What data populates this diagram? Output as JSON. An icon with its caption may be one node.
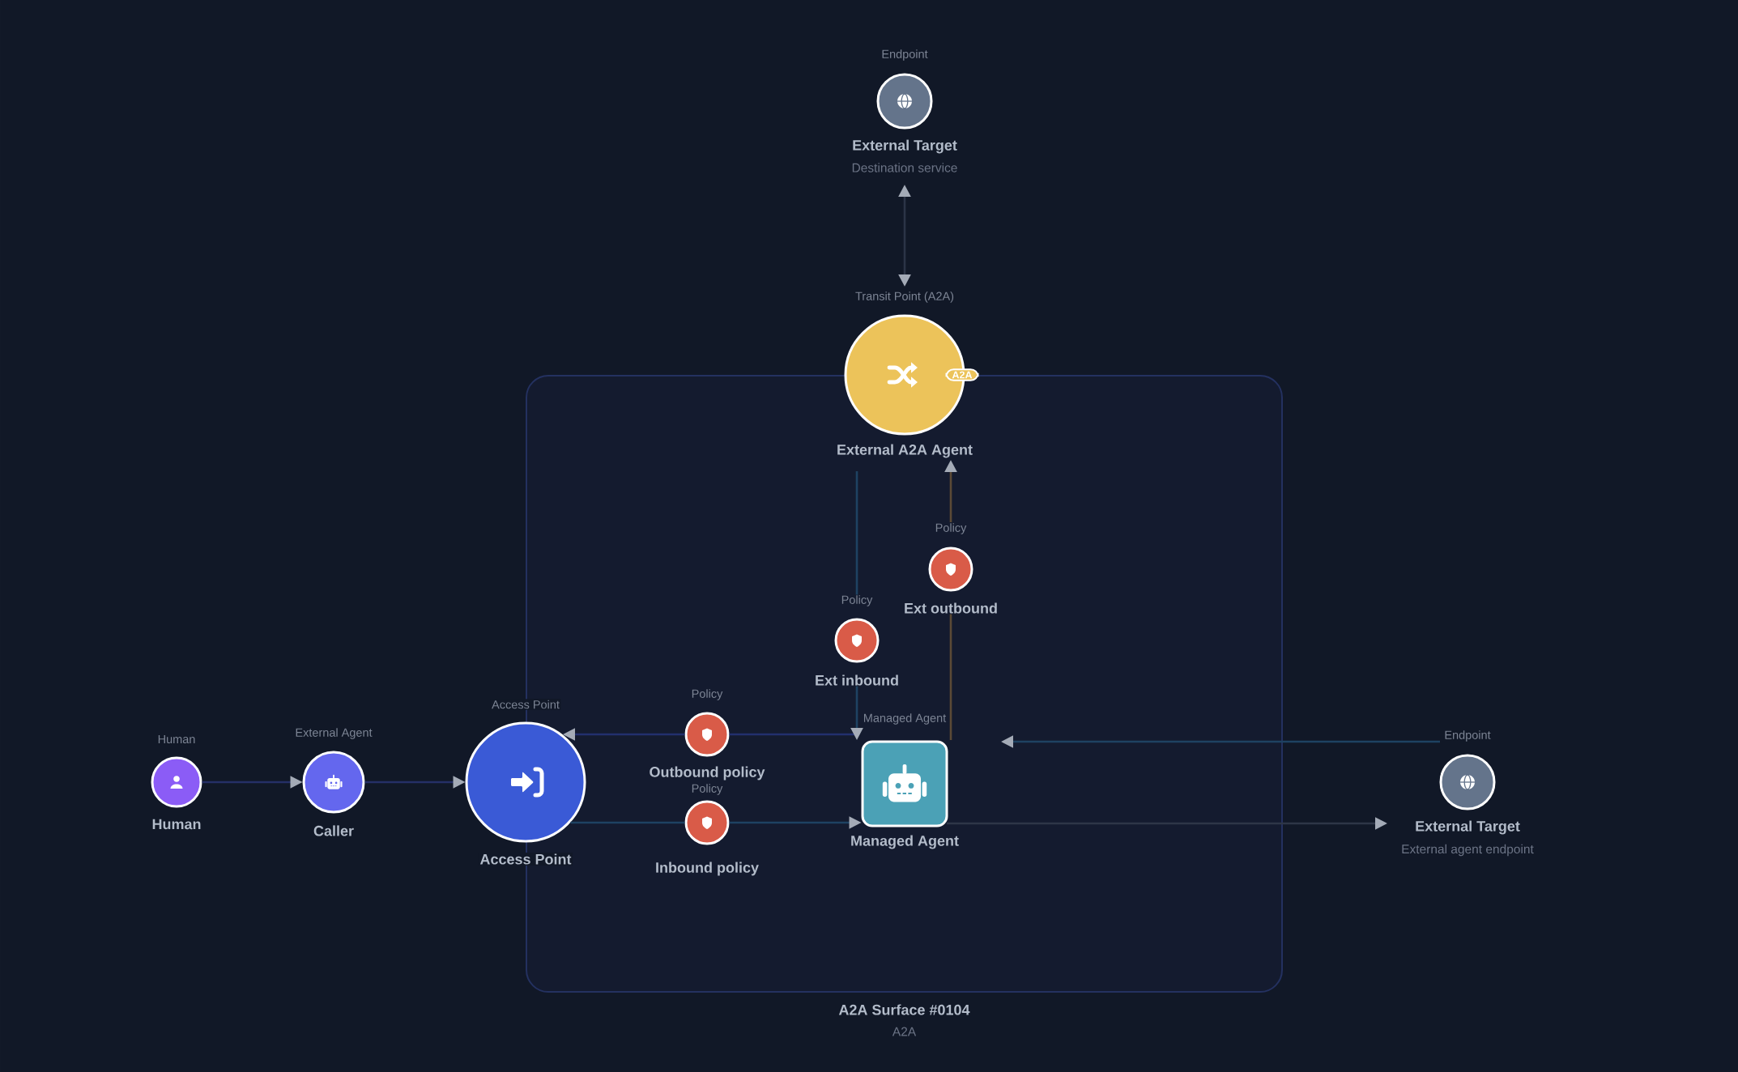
{
  "diagram": {
    "nodes": [
      {
        "text": [
          "Endpoint",
          "External Target",
          "Destination service"
        ]
      },
      {
        "text": [
          "Transit Point (A2A)",
          "A2A",
          "External A2A Agent"
        ]
      },
      {
        "text": [
          "A2A Surface #0104",
          "A2A"
        ]
      },
      {
        "text": [
          "Policy",
          "Ext outbound"
        ],
        "in": 2
      },
      {
        "text": [
          "Policy",
          "Ext inbound"
        ],
        "in": 2
      },
      {
        "text": [
          "Policy",
          "Outbound policy"
        ],
        "in": 2
      },
      {
        "text": [
          "Managed Agent",
          "Managed Agent"
        ],
        "in": 2
      },
      {
        "text": [
          "Policy",
          "Inbound policy"
        ],
        "in": 2
      },
      {
        "text": [
          "Human",
          "Human"
        ]
      },
      {
        "text": [
          "External Agent",
          "Caller"
        ]
      },
      {
        "text": [
          "Access Point",
          "Access Point"
        ]
      },
      {
        "text": [
          "Endpoint",
          "External Target",
          "External agent endpoint"
        ]
      }
    ],
    "edges": [
      {
        "from": 0,
        "to": 1,
        "arrow": "both",
        "color": "#2b3447"
      },
      {
        "from": 8,
        "to": 9,
        "arrow": "to",
        "color": "#252f66"
      },
      {
        "from": 9,
        "to": 10,
        "arrow": "to",
        "color": "#252f66"
      },
      {
        "from": 10,
        "to": 7,
        "arrow": "none"
      },
      {
        "from": 7,
        "to": 6,
        "arrow": "to"
      },
      {
        "from": 6,
        "to": 5,
        "arrow": "none",
        "color": "#22306e"
      },
      {
        "from": 5,
        "to": 10,
        "arrow": "to",
        "color": "#22306e"
      },
      {
        "from": 1,
        "to": 4,
        "arrow": "none"
      },
      {
        "from": 4,
        "to": 6,
        "arrow": "to"
      },
      {
        "from": 6,
        "to": 3,
        "arrow": "none",
        "color": "#5b4a36"
      },
      {
        "from": 3,
        "to": 1,
        "arrow": "to",
        "color": "#5b4a36"
      },
      {
        "from": 11,
        "to": 6,
        "arrow": "to"
      },
      {
        "from": 6,
        "to": 11,
        "arrow": "to",
        "color": "#2e3647"
      }
    ]
  }
}
